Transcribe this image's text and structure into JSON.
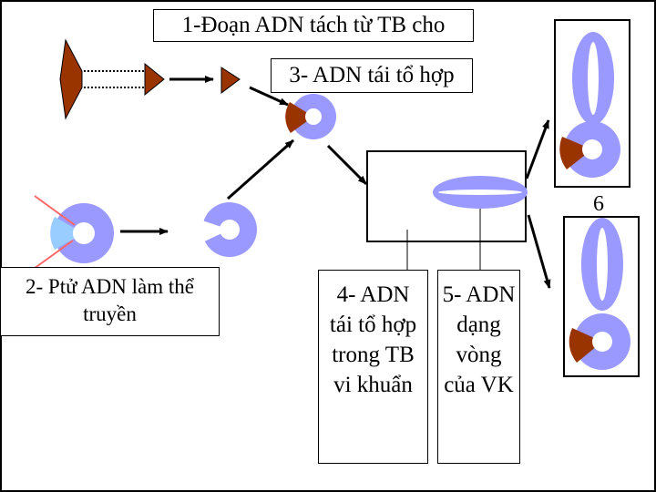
{
  "labels": {
    "step1": "1-Đoạn ADN tách từ TB cho",
    "step2": "2- Ptử ADN làm thể truyền",
    "step3": "3- ADN tái tổ hợp",
    "step4": "4- ADN tái tổ hợp trong TB vi khuẩn",
    "step5": "5- ADN dạng vòng của VK",
    "step6": "6"
  },
  "colors": {
    "donor_dna": "#993300",
    "plasmid": "#9999FF",
    "cut_site": "#6699FF",
    "enzyme_line": "#FF6666",
    "line": "#000000"
  }
}
